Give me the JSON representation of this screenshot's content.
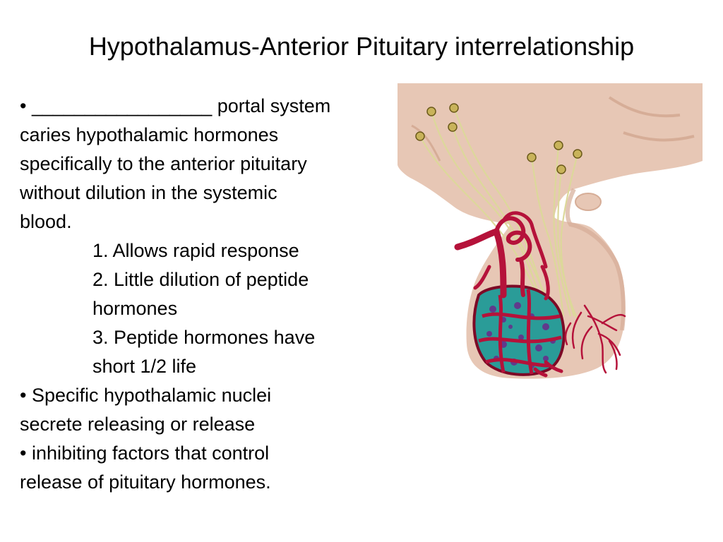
{
  "slide": {
    "title": "Hypothalamus-Anterior Pituitary interrelationship"
  },
  "body_lines": [
    "• _________________ portal system",
    "caries hypothalamic hormones",
    "specifically to the anterior pituitary",
    "without dilution in the systemic",
    "blood.",
    "1. Allows rapid response",
    "2. Little dilution of peptide",
    "hormones",
    "3. Peptide hormones have",
    "short 1/2 life",
    "• Specific hypothalamic nuclei",
    "secrete releasing or release",
    "•  inhibiting factors that control",
    "release of pituitary hormones."
  ],
  "figure": {
    "colors": {
      "brain_tissue": "#e7c7b5",
      "brain_shadow": "#d6ad97",
      "vessel": "#b5123a",
      "vessel_dark": "#7d0a26",
      "neuron_fiber": "#dcd89a",
      "cell_teal": "#2a9c98",
      "cell_purple": "#6a2a8a"
    }
  }
}
